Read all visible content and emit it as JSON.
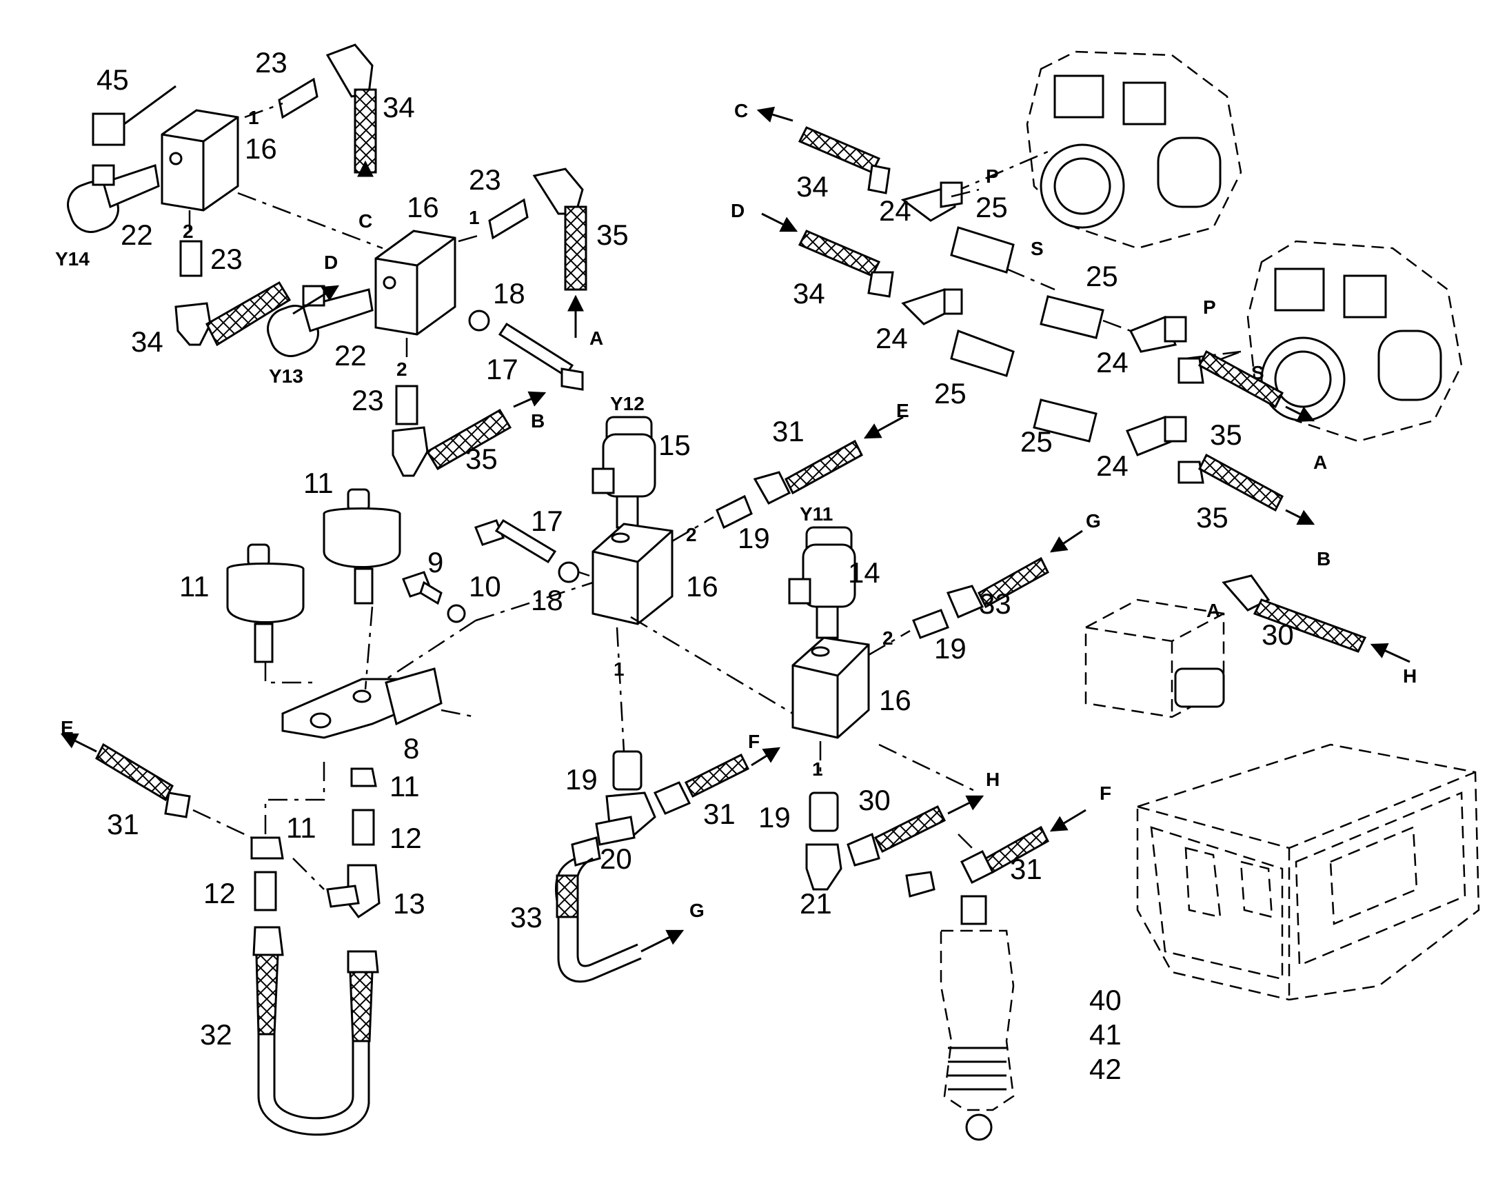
{
  "labels": {
    "n45": "45",
    "n23a": "23",
    "n34a": "34",
    "n16a": "16",
    "n22a": "22",
    "y14": "Y14",
    "n1a": "1",
    "n2a": "2",
    "cA": "C",
    "n23b": "23",
    "n16b": "16",
    "n23c": "23",
    "n35a": "35",
    "n1b": "1",
    "dA": "D",
    "n18a": "18",
    "n34b": "34",
    "n22b": "22",
    "y13": "Y13",
    "aA": "A",
    "n17a": "17",
    "n2b": "2",
    "n23d": "23",
    "bA": "B",
    "n35b": "35",
    "y12": "Y12",
    "n15": "15",
    "n31a": "31",
    "eA": "E",
    "n11a": "11",
    "n11b": "11",
    "n17b": "17",
    "n9": "9",
    "n10": "10",
    "n18b": "18",
    "n16c": "16",
    "n2c": "2",
    "n19a": "19",
    "y11": "Y11",
    "n14": "14",
    "gA": "G",
    "n33a": "33",
    "n19b": "19",
    "n2d": "2",
    "n16d": "16",
    "n1c": "1",
    "n8": "8",
    "eB": "E",
    "n31b": "31",
    "n11c": "11",
    "n11d": "11",
    "n12a": "12",
    "n12b": "12",
    "n13": "13",
    "n32": "32",
    "n19c": "19",
    "fA": "F",
    "n31c": "31",
    "n20": "20",
    "n33b": "33",
    "gB": "G",
    "n1d": "1",
    "n19d": "19",
    "n30a": "30",
    "hA": "H",
    "n21": "21",
    "fB": "F",
    "n31d": "31",
    "cB": "C",
    "n34c": "34",
    "pA": "P",
    "n25a": "25",
    "n24a": "24",
    "sA": "S",
    "dB": "D",
    "n34d": "34",
    "n24b": "24",
    "n25b": "25",
    "n25c": "25",
    "pB": "P",
    "n24c": "24",
    "sB": "S",
    "n35c": "35",
    "n25d": "25",
    "n24d": "24",
    "aB": "A",
    "n35d": "35",
    "bB": "B",
    "aC": "A",
    "n30b": "30",
    "hB": "H",
    "n40": "40",
    "n41": "41",
    "n42": "42"
  }
}
